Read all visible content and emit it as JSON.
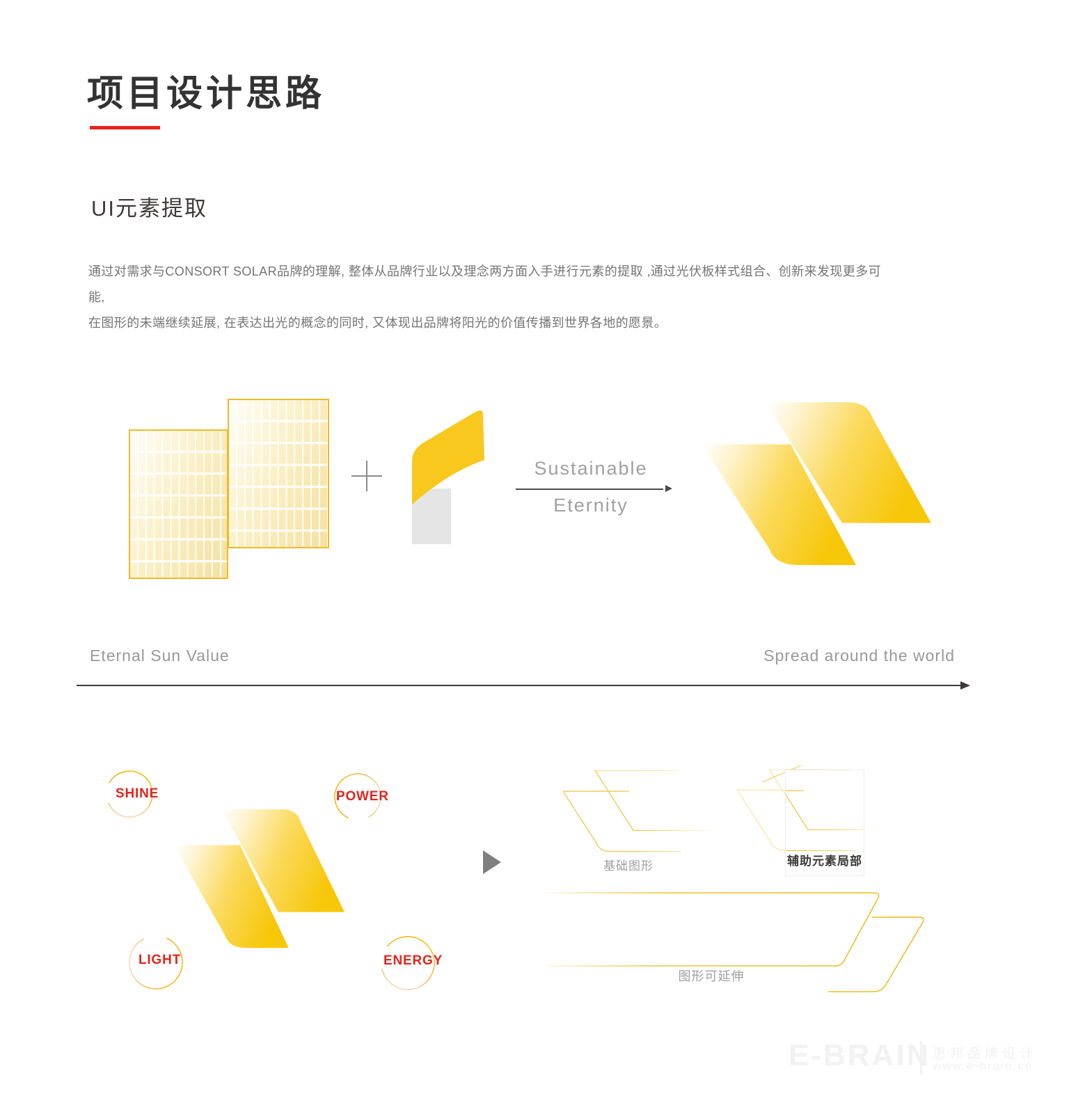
{
  "header": {
    "title": "项目设计思路",
    "subtitle": "UI元素提取",
    "paragraph_line1": "通过对需求与CONSORT SOLAR品牌的理解, 整体从品牌行业以及理念两方面入手进行元素的提取 ,通过光伏板样式组合、创新来发现更多可能,",
    "paragraph_line2": "在图形的未端继续延展, 在表达出光的概念的同时, 又体现出品牌将阳光的价值传播到世界各地的愿景。"
  },
  "process": {
    "plus_sign": "+",
    "arrow_label_top": "Sustainable",
    "arrow_label_bottom": "Eternity"
  },
  "axis": {
    "left_label": "Eternal Sun Value",
    "right_label": "Spread around the world"
  },
  "keywords": [
    {
      "label": "SHINE"
    },
    {
      "label": "POWER"
    },
    {
      "label": "LIGHT"
    },
    {
      "label": "ENERGY"
    }
  ],
  "variants": {
    "basic_label": "基础图形",
    "auxiliary_label": "辅助元素局部",
    "extend_label": "图形可延伸"
  },
  "watermark": {
    "brand": "E-BRAIN",
    "divider": "",
    "company": "惠邦品牌设计",
    "url": "www.e-brain.cn"
  },
  "colors": {
    "brand_gold": "#f7c70a",
    "outline_gold": "#efc33c",
    "accent_red": "#e1251b",
    "underline_red": "#e8231c",
    "title_dark": "#333333",
    "label_gray": "#9fa0a0"
  },
  "icons": {
    "plus": "plus-icon",
    "right_arrow": "arrow-right-icon",
    "pointer": "triangle-pointer-icon"
  }
}
